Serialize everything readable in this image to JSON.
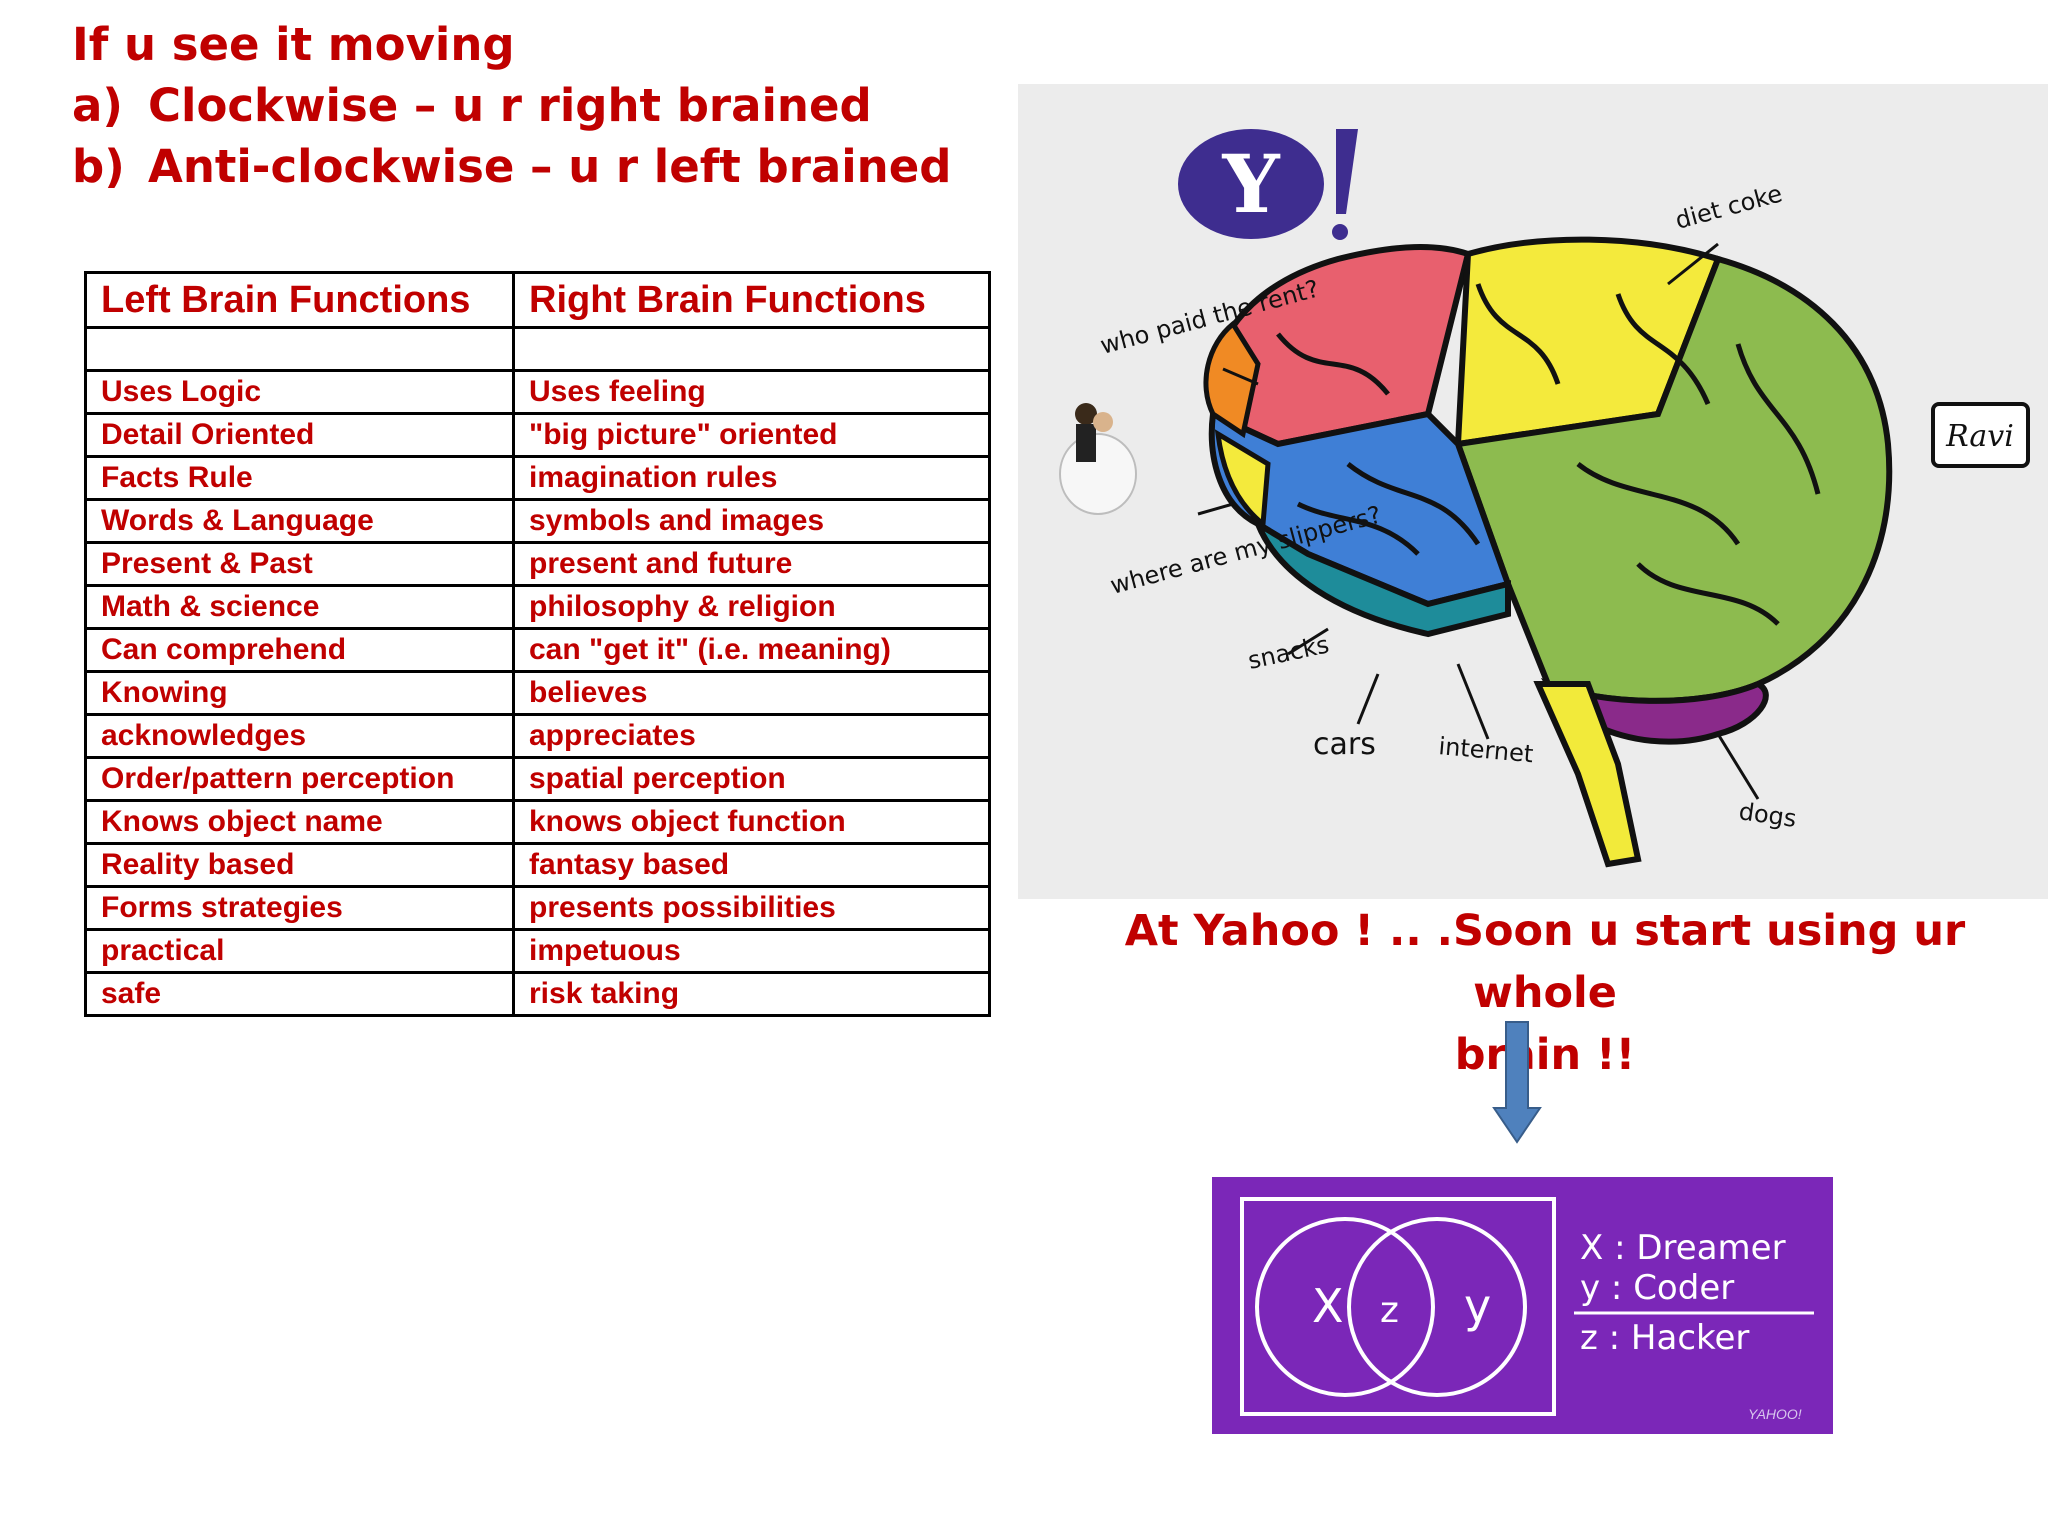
{
  "heading": {
    "line1": "If u see it moving",
    "option_a_marker": "a)",
    "option_a_text": "Clockwise – u r right brained",
    "option_b_marker": "b)",
    "option_b_text": "Anti-clockwise – u r left brained"
  },
  "table": {
    "headers": [
      "Left Brain Functions",
      "Right Brain Functions"
    ],
    "rows": [
      [
        "",
        ""
      ],
      [
        "Uses Logic",
        "Uses feeling"
      ],
      [
        "Detail Oriented",
        "\"big picture\" oriented"
      ],
      [
        "Facts Rule",
        "imagination rules"
      ],
      [
        "Words & Language",
        "symbols and images"
      ],
      [
        "Present & Past",
        "present and future"
      ],
      [
        "Math & science",
        "philosophy & religion"
      ],
      [
        "Can comprehend",
        "can \"get it\" (i.e. meaning)"
      ],
      [
        "Knowing",
        "believes"
      ],
      [
        "acknowledges",
        "appreciates"
      ],
      [
        "Order/pattern perception",
        "spatial perception"
      ],
      [
        "Knows object name",
        "knows object function"
      ],
      [
        "Reality based",
        "fantasy based"
      ],
      [
        "Forms strategies",
        "presents possibilities"
      ],
      [
        "practical",
        "impetuous"
      ],
      [
        "safe",
        "risk taking"
      ]
    ]
  },
  "brain_image": {
    "logo_letter": "Y!",
    "labels": {
      "diet_coke": "diet coke",
      "who_paid_rent": "who paid the rent?",
      "where_slippers": "where are my slippers?",
      "snacks": "snacks",
      "cars": "cars",
      "internet": "internet",
      "dogs": "dogs",
      "ravi": "Ravi"
    },
    "colors": {
      "frontal": "#e8606e",
      "parietal": "#f4ea3c",
      "occipital": "#8dbb4f",
      "temporal": "#3f7fd6",
      "cerebellum": "#8a2a8a",
      "stem": "#f2ea3a",
      "orange": "#f08a24",
      "teal": "#1e8c9a",
      "logo": "#3e2d8f"
    }
  },
  "caption": {
    "line1": "At Yahoo ! .. .Soon u start using ur whole",
    "line2": "brain !!"
  },
  "arrow": {
    "color": "#4f81bd",
    "icon": "down-arrow-icon"
  },
  "venn": {
    "background": "#7b27b8",
    "x_label": "X",
    "z_label": "z",
    "y_label": "y",
    "legend_line1": "X : Dreamer",
    "legend_line2": "y : Coder",
    "legend_line3": "z : Hacker",
    "brand": "YAHOO!"
  }
}
